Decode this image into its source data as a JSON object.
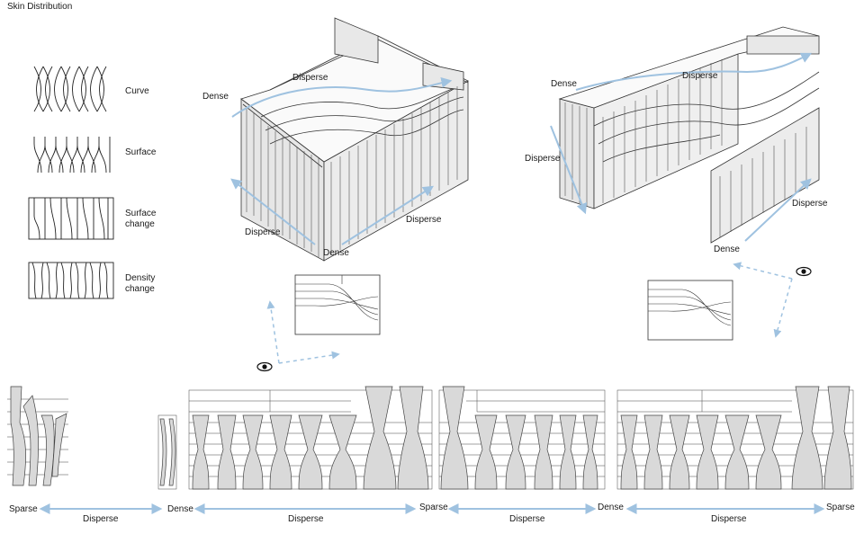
{
  "title": "Skin Distribution",
  "legend": [
    {
      "label": "Curve"
    },
    {
      "label": "Surface"
    },
    {
      "label": "Surface change"
    },
    {
      "label": "Density change"
    }
  ],
  "view_left": {
    "dense_top": "Dense",
    "disperse_top": "Disperse",
    "disperse_left": "Disperse",
    "disperse_right": "Disperse",
    "dense_bottom": "Dense"
  },
  "view_right": {
    "dense_top": "Dense",
    "disperse_top": "Disperse",
    "disperse_left": "Disperse",
    "disperse_right": "Disperse",
    "dense_bottom": "Dense"
  },
  "bottom_labels": {
    "sparse_1": "Sparse",
    "disperse_1": "Disperse",
    "dense_1": "Dense",
    "disperse_2": "Disperse",
    "sparse_2": "Sparse",
    "disperse_3": "Disperse",
    "dense_2": "Dense",
    "disperse_4": "Disperse",
    "sparse_3": "Sparse"
  },
  "colors": {
    "arrow": "#9fc2e0",
    "fill": "#d9d9d9",
    "stroke": "#333333"
  },
  "icons": [
    "eye-icon",
    "eye-icon"
  ]
}
